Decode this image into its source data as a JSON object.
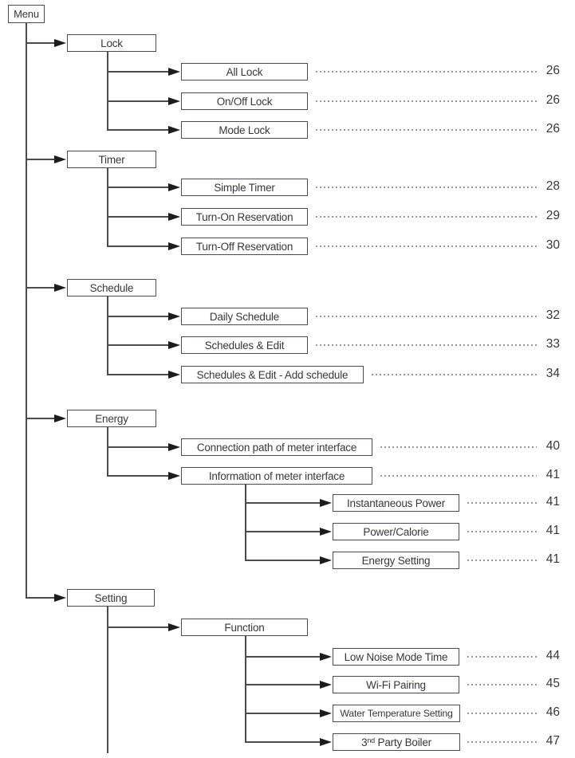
{
  "colors": {
    "line": "#4a4b4f",
    "border": "#4b4c51",
    "text": "#38383c",
    "arrow": "#1c1c1f",
    "dots": "#97979b"
  },
  "root_label": "Menu",
  "sections": [
    {
      "label": "Lock",
      "children": [
        {
          "label": "All Lock",
          "page": "26"
        },
        {
          "label": "On/Off Lock",
          "page": "26"
        },
        {
          "label": "Mode Lock",
          "page": "26"
        }
      ]
    },
    {
      "label": "Timer",
      "children": [
        {
          "label": "Simple Timer",
          "page": "28"
        },
        {
          "label": "Turn-On Reservation",
          "page": "29"
        },
        {
          "label": "Turn-Off Reservation",
          "page": "30"
        }
      ]
    },
    {
      "label": "Schedule",
      "children": [
        {
          "label": "Daily Schedule",
          "page": "32"
        },
        {
          "label": "Schedules & Edit",
          "page": "33"
        },
        {
          "label": "Schedules & Edit - Add schedule",
          "page": "34"
        }
      ]
    },
    {
      "label": "Energy",
      "children": [
        {
          "label": "Connection path of meter interface",
          "page": "40"
        },
        {
          "label": "Information of meter interface",
          "page": "41",
          "children": [
            {
              "label": "Instantaneous Power",
              "page": "41"
            },
            {
              "label": "Power/Calorie",
              "page": "41"
            },
            {
              "label": "Energy Setting",
              "page": "41"
            }
          ]
        }
      ]
    },
    {
      "label": "Setting",
      "children": [
        {
          "label": "Function",
          "children": [
            {
              "label": "Low Noise Mode Time",
              "page": "44"
            },
            {
              "label": "Wi-Fi Pairing",
              "page": "45"
            },
            {
              "label": "Water Temperature Setting",
              "page": "46"
            },
            {
              "label_base": "3",
              "label_sup": "nd",
              "label_rest": " Party Boiler",
              "page": "47"
            }
          ]
        }
      ]
    }
  ]
}
